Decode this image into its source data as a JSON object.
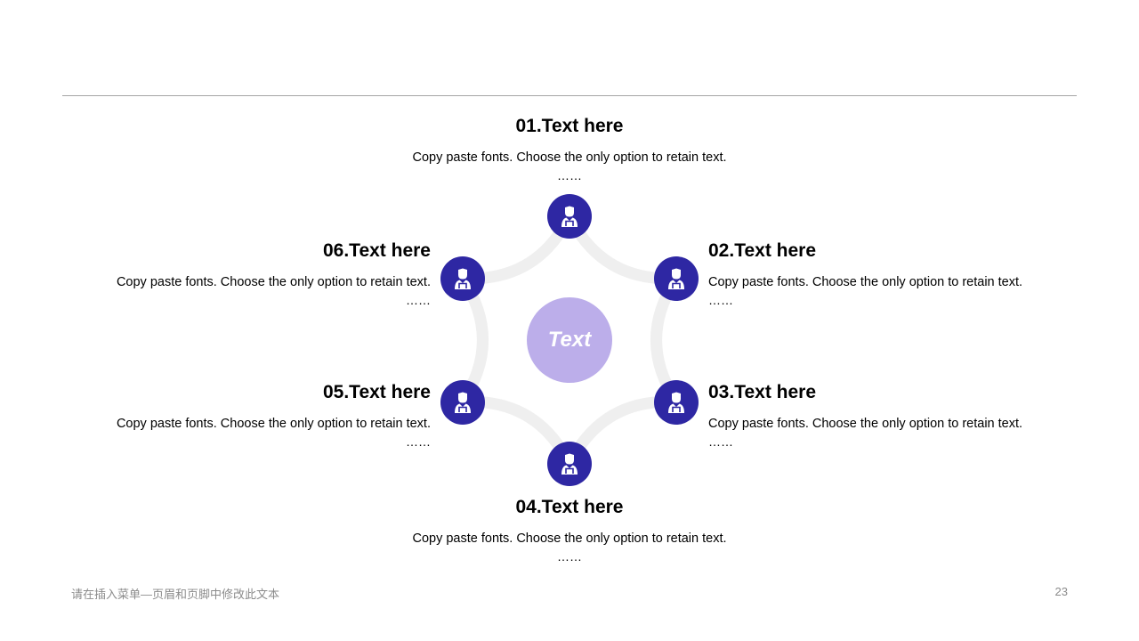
{
  "colors": {
    "node": "#2e27a3",
    "center": "#bcaeea",
    "ring": "#efefef",
    "rule": "#a6a6a6",
    "footer": "#8c8c8c"
  },
  "center_label": "Text",
  "icon_name": "user-icon",
  "items": [
    {
      "id": "01",
      "title": "01.Text here",
      "desc": "Copy paste fonts. Choose the only option to retain text.",
      "dots": "……"
    },
    {
      "id": "02",
      "title": "02.Text here",
      "desc": "Copy paste fonts. Choose the only option to retain text.",
      "dots": "……"
    },
    {
      "id": "03",
      "title": "03.Text here",
      "desc": "Copy paste fonts. Choose the only option to retain text.",
      "dots": "……"
    },
    {
      "id": "04",
      "title": "04.Text here",
      "desc": "Copy paste fonts. Choose the only option to retain text.",
      "dots": "……"
    },
    {
      "id": "05",
      "title": "05.Text here",
      "desc": "Copy paste fonts. Choose the only option to retain text.",
      "dots": "……"
    },
    {
      "id": "06",
      "title": "06.Text here",
      "desc": "Copy paste fonts. Choose the only option to retain text.",
      "dots": "……"
    }
  ],
  "footer": {
    "text": "请在插入菜单—页眉和页脚中修改此文本",
    "page_number": "23"
  }
}
